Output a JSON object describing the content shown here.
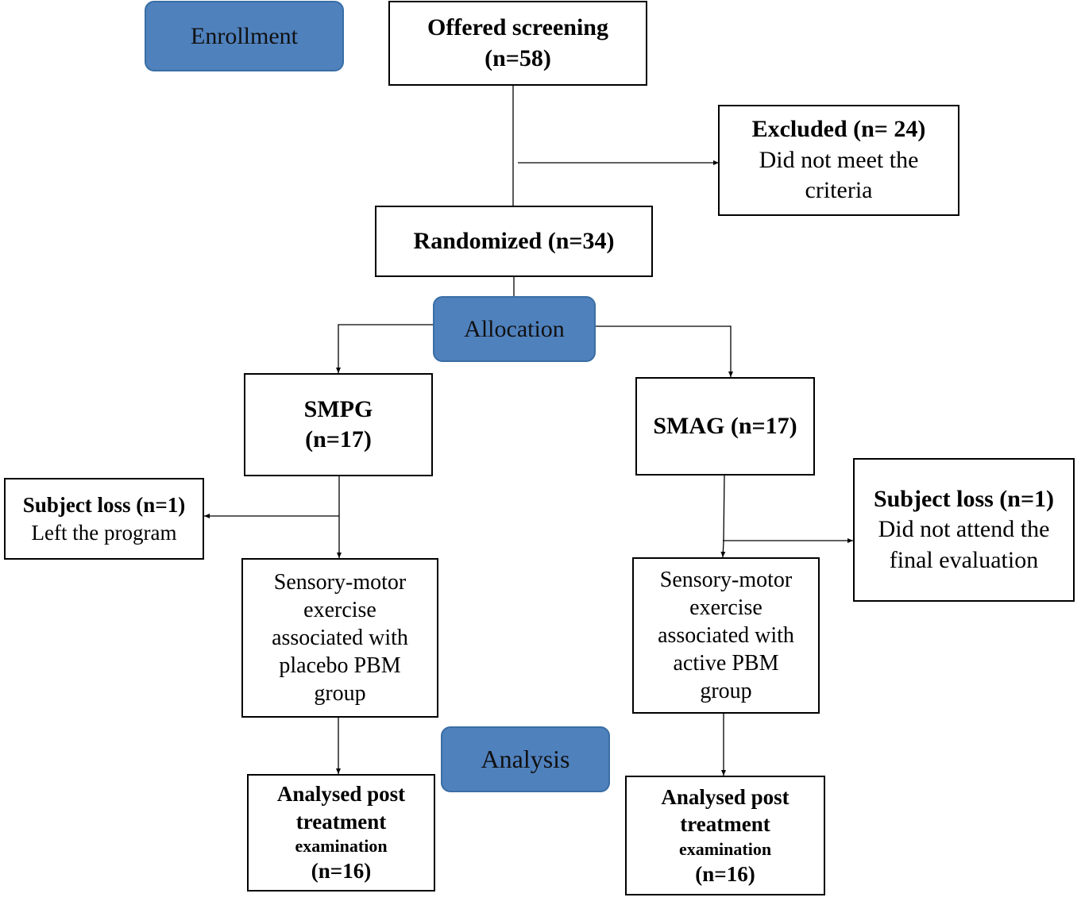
{
  "stages": {
    "enrollment": "Enrollment",
    "allocation": "Allocation",
    "analysis": "Analysis"
  },
  "offered": {
    "title": "Offered screening",
    "count": "(n=58)"
  },
  "excluded": {
    "title": "Excluded (n= 24)",
    "line1": "Did not meet the",
    "line2": "criteria"
  },
  "randomized": {
    "title": "Randomized (n=34)"
  },
  "smpg": {
    "title": "SMPG",
    "count": "(n=17)"
  },
  "smag": {
    "title": "SMAG (n=17)"
  },
  "loss_left": {
    "title": "Subject loss (n=1)",
    "reason": "Left the program"
  },
  "loss_right": {
    "title": "Subject loss (n=1)",
    "line1": "Did not attend the",
    "line2": "final evaluation"
  },
  "placebo_group": {
    "lines": [
      "Sensory-motor",
      "exercise",
      "associated with",
      "placebo PBM",
      "group"
    ]
  },
  "active_group": {
    "lines": [
      "Sensory-motor",
      "exercise",
      "associated with",
      "active PBM",
      "group"
    ]
  },
  "analysed_left": {
    "line1": "Analysed post",
    "line2": "treatment",
    "line3": "examination",
    "count": "(n=16)"
  },
  "analysed_right": {
    "line1": "Analysed post",
    "line2": "treatment",
    "line3": "examination",
    "count": "(n=16)"
  },
  "colors": {
    "stage_fill": "#4f81bd",
    "stage_border": "#3a6ea5",
    "line": "#000000"
  }
}
